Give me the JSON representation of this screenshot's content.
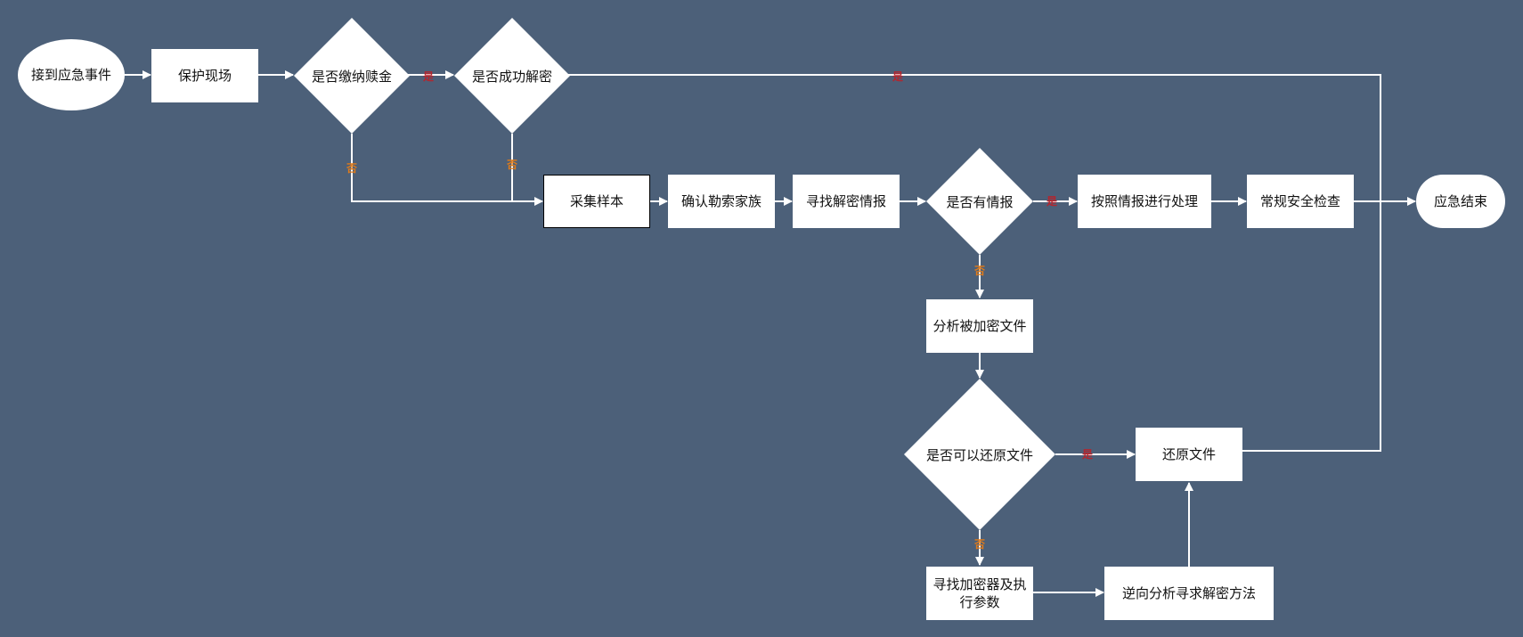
{
  "nodes": {
    "start": "接到应急事件",
    "protect": "保护现场",
    "paid_ransom": "是否缴纳赎金",
    "decrypt_success": "是否成功解密",
    "collect_sample": "采集样本",
    "confirm_family": "确认勒索家族",
    "find_intel": "寻找解密情报",
    "has_intel": "是否有情报",
    "process_by_intel": "按照情报进行处理",
    "security_check": "常规安全检查",
    "end": "应急结束",
    "analyze_files": "分析被加密文件",
    "can_restore": "是否可以还原文件",
    "restore_files": "还原文件",
    "find_encryptor": "寻找加密器及执行参数",
    "reverse_analysis": "逆向分析寻求解密方法"
  },
  "edge_labels": {
    "yes": "是",
    "no": "否"
  },
  "colors": {
    "background": "#4c6079",
    "node_fill": "#ffffff",
    "edge": "#ffffff",
    "yes_label": "#b3262e",
    "no_label": "#e07b1a"
  }
}
